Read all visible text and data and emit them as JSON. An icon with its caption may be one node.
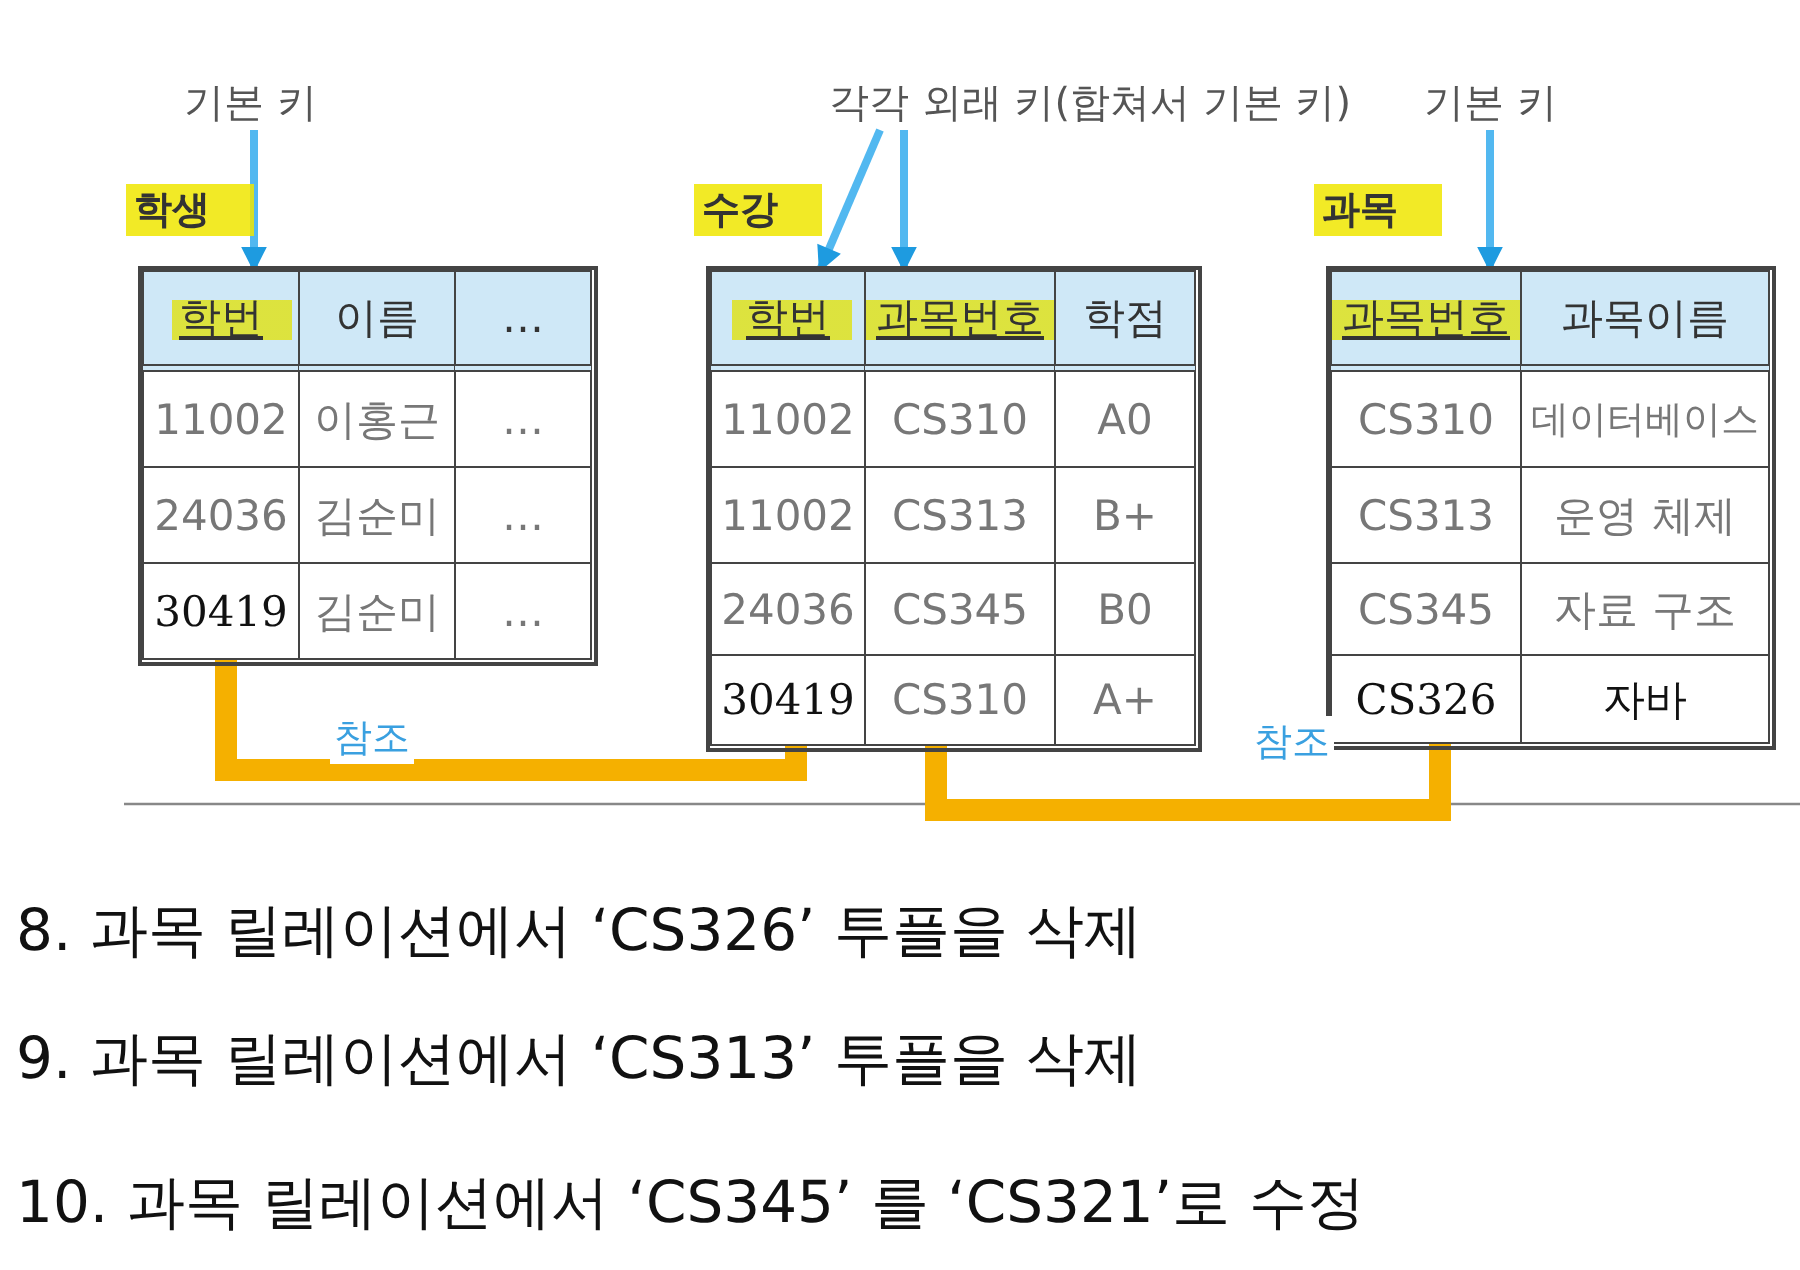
{
  "diagram": {
    "nodes": [
      {
        "text": [
          "기본 키"
        ]
      },
      {
        "text": [
          "각각 외래 키(합쳐서 기본 키)"
        ]
      },
      {
        "text": [
          "기본 키"
        ]
      },
      {
        "text": [
          "학생"
        ]
      },
      {
        "text": [
          "학번"
        ],
        "in": 3
      },
      {
        "text": [
          "이름"
        ],
        "in": 3
      },
      {
        "text": [
          "…"
        ],
        "in": 3
      },
      {
        "text": [
          "11002"
        ],
        "in": 3
      },
      {
        "text": [
          "이홍근"
        ],
        "in": 3
      },
      {
        "text": [
          "…"
        ],
        "in": 3
      },
      {
        "text": [
          "24036"
        ],
        "in": 3
      },
      {
        "text": [
          "김순미"
        ],
        "in": 3
      },
      {
        "text": [
          "…"
        ],
        "in": 3
      },
      {
        "text": [
          "30419"
        ],
        "in": 3
      },
      {
        "text": [
          "김순미"
        ],
        "in": 3
      },
      {
        "text": [
          "…"
        ],
        "in": 3
      },
      {
        "text": [
          "수강"
        ]
      },
      {
        "text": [
          "학번"
        ],
        "in": 16
      },
      {
        "text": [
          "과목번호"
        ],
        "in": 16
      },
      {
        "text": [
          "학점"
        ],
        "in": 16
      },
      {
        "text": [
          "11002"
        ],
        "in": 16
      },
      {
        "text": [
          "CS310"
        ],
        "in": 16
      },
      {
        "text": [
          "A0"
        ],
        "in": 16
      },
      {
        "text": [
          "11002"
        ],
        "in": 16
      },
      {
        "text": [
          "CS313"
        ],
        "in": 16
      },
      {
        "text": [
          "B+"
        ],
        "in": 16
      },
      {
        "text": [
          "24036"
        ],
        "in": 16
      },
      {
        "text": [
          "CS345"
        ],
        "in": 16
      },
      {
        "text": [
          "B0"
        ],
        "in": 16
      },
      {
        "text": [
          "30419"
        ],
        "in": 16
      },
      {
        "text": [
          "CS310"
        ],
        "in": 16
      },
      {
        "text": [
          "A+"
        ],
        "in": 16
      },
      {
        "text": [
          "과목"
        ]
      },
      {
        "text": [
          "과목번호"
        ],
        "in": 32
      },
      {
        "text": [
          "과목이름"
        ],
        "in": 32
      },
      {
        "text": [
          "CS310"
        ],
        "in": 32
      },
      {
        "text": [
          "데이터베이스"
        ],
        "in": 32
      },
      {
        "text": [
          "CS313"
        ],
        "in": 32
      },
      {
        "text": [
          "운영 체제"
        ],
        "in": 32
      },
      {
        "text": [
          "CS345"
        ],
        "in": 32
      },
      {
        "text": [
          "자료 구조"
        ],
        "in": 32
      },
      {
        "text": [
          "CS326"
        ],
        "in": 32
      },
      {
        "text": [
          "자바"
        ],
        "in": 32
      }
    ],
    "edges": [
      {
        "from": 0,
        "to": 4,
        "arrow": "to"
      },
      {
        "from": 1,
        "to": 17,
        "arrow": "to"
      },
      {
        "from": 1,
        "to": 18,
        "arrow": "to"
      },
      {
        "from": 2,
        "to": 33,
        "arrow": "to"
      },
      {
        "from": 13,
        "to": 29,
        "arrow": "none",
        "label": "참조",
        "style": "thick",
        "color": "#f5b000"
      },
      {
        "from": 30,
        "to": 41,
        "arrow": "none",
        "label": "참조",
        "style": "thick",
        "color": "#f5b000"
      }
    ],
    "labels": [
      "8.  과목 릴레이션에서 ‘CS326’ 투플을 삭제",
      "9.  과목 릴레이션에서 ‘CS313’ 투플을 삭제",
      "10. 과목 릴레이션에서 ‘CS345’ 를 ‘CS321’로 수정"
    ]
  }
}
